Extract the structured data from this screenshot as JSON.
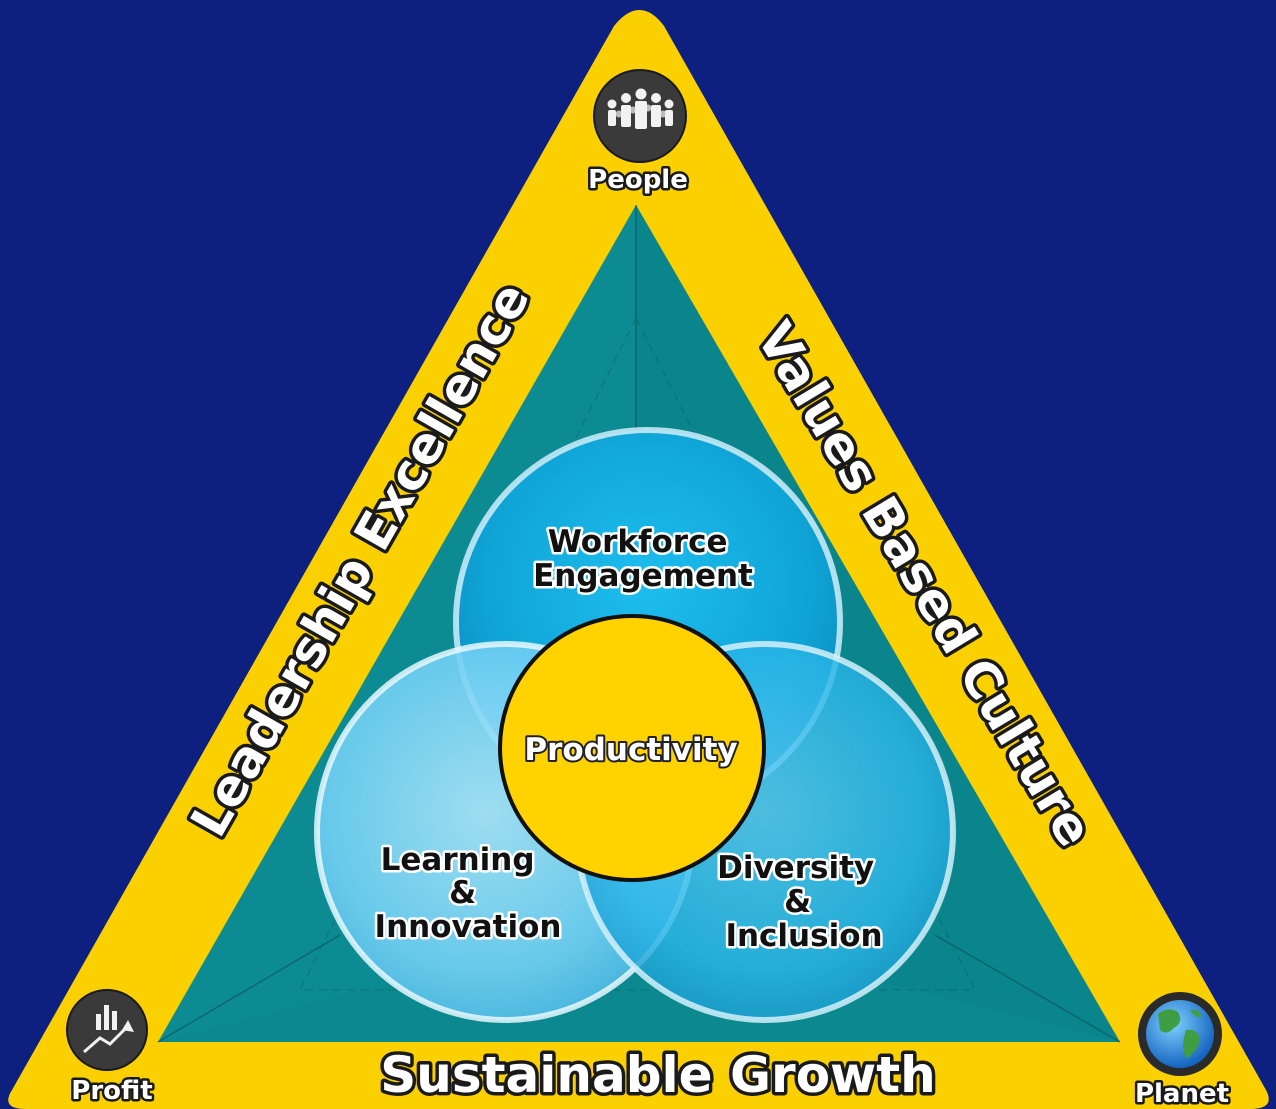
{
  "corners": {
    "people": "People",
    "profit": "Profit",
    "planet": "Planet"
  },
  "sides": {
    "left": "Leadership Excellence",
    "right": "Values Based Culture",
    "bottom": "Sustainable Growth"
  },
  "circles": {
    "top": [
      "Workforce",
      "Engagement"
    ],
    "left": [
      "Learning",
      "&",
      "Innovation"
    ],
    "right": [
      "Diversity",
      "&",
      "Inclusion"
    ],
    "center": "Productivity"
  },
  "colors": {
    "background": "#0d2080",
    "triangle": "#fbd000",
    "inner_triangle": "#0c8c92",
    "center": "#ffd200",
    "circle_top": "#12b4ea",
    "circle_left": "#6cd0f5",
    "circle_right": "#2cbdee",
    "icon_badge": "#3a3a3a"
  },
  "icons": [
    "people-group-icon",
    "growth-chart-icon",
    "globe-icon"
  ]
}
